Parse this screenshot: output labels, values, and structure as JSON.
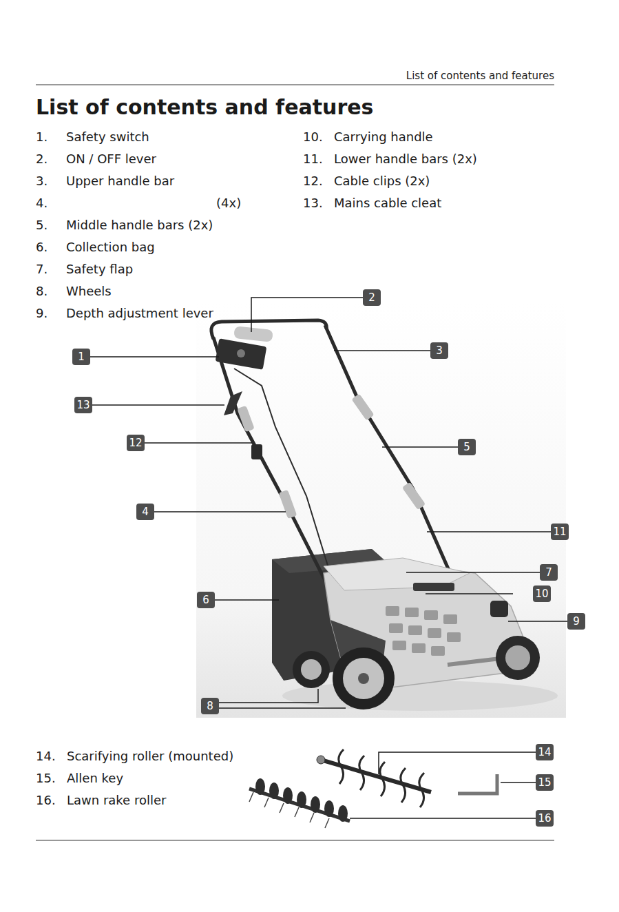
{
  "diagram": {
    "title": "List of contents and features",
    "nodes": [
      {
        "text": [
          "2"
        ]
      },
      {
        "text": [
          "3"
        ]
      },
      {
        "text": [
          "1"
        ]
      },
      {
        "text": [
          "13"
        ]
      },
      {
        "text": [
          "12"
        ]
      },
      {
        "text": [
          "5"
        ]
      },
      {
        "text": [
          "4"
        ]
      },
      {
        "text": [
          "11"
        ]
      },
      {
        "text": [
          "7"
        ]
      },
      {
        "text": [
          "10"
        ]
      },
      {
        "text": [
          "6"
        ]
      },
      {
        "text": [
          "9"
        ]
      },
      {
        "text": [
          "8"
        ]
      },
      {
        "text": [
          "14"
        ]
      },
      {
        "text": [
          "15"
        ]
      },
      {
        "text": [
          "16"
        ]
      }
    ],
    "labels": [
      "List of contents and features",
      "1.",
      "Safety switch",
      "2.",
      "ON / OFF lever",
      "3.",
      "Upper handle bar",
      "4.",
      "(4x)",
      "5.",
      "Middle handle bars (2x)",
      "6.",
      "Collection bag",
      "7.",
      "Safety flap",
      "8.",
      "Wheels",
      "9.",
      "Depth adjustment lever",
      "10.",
      "Carrying handle",
      "11.",
      "Lower handle bars (2x)",
      "12.",
      "Cable clips (2x)",
      "13.",
      "Mains cable cleat",
      "14.",
      "Scarifying roller (mounted)",
      "15.",
      "Allen key",
      "16.",
      "Lawn rake roller"
    ]
  }
}
